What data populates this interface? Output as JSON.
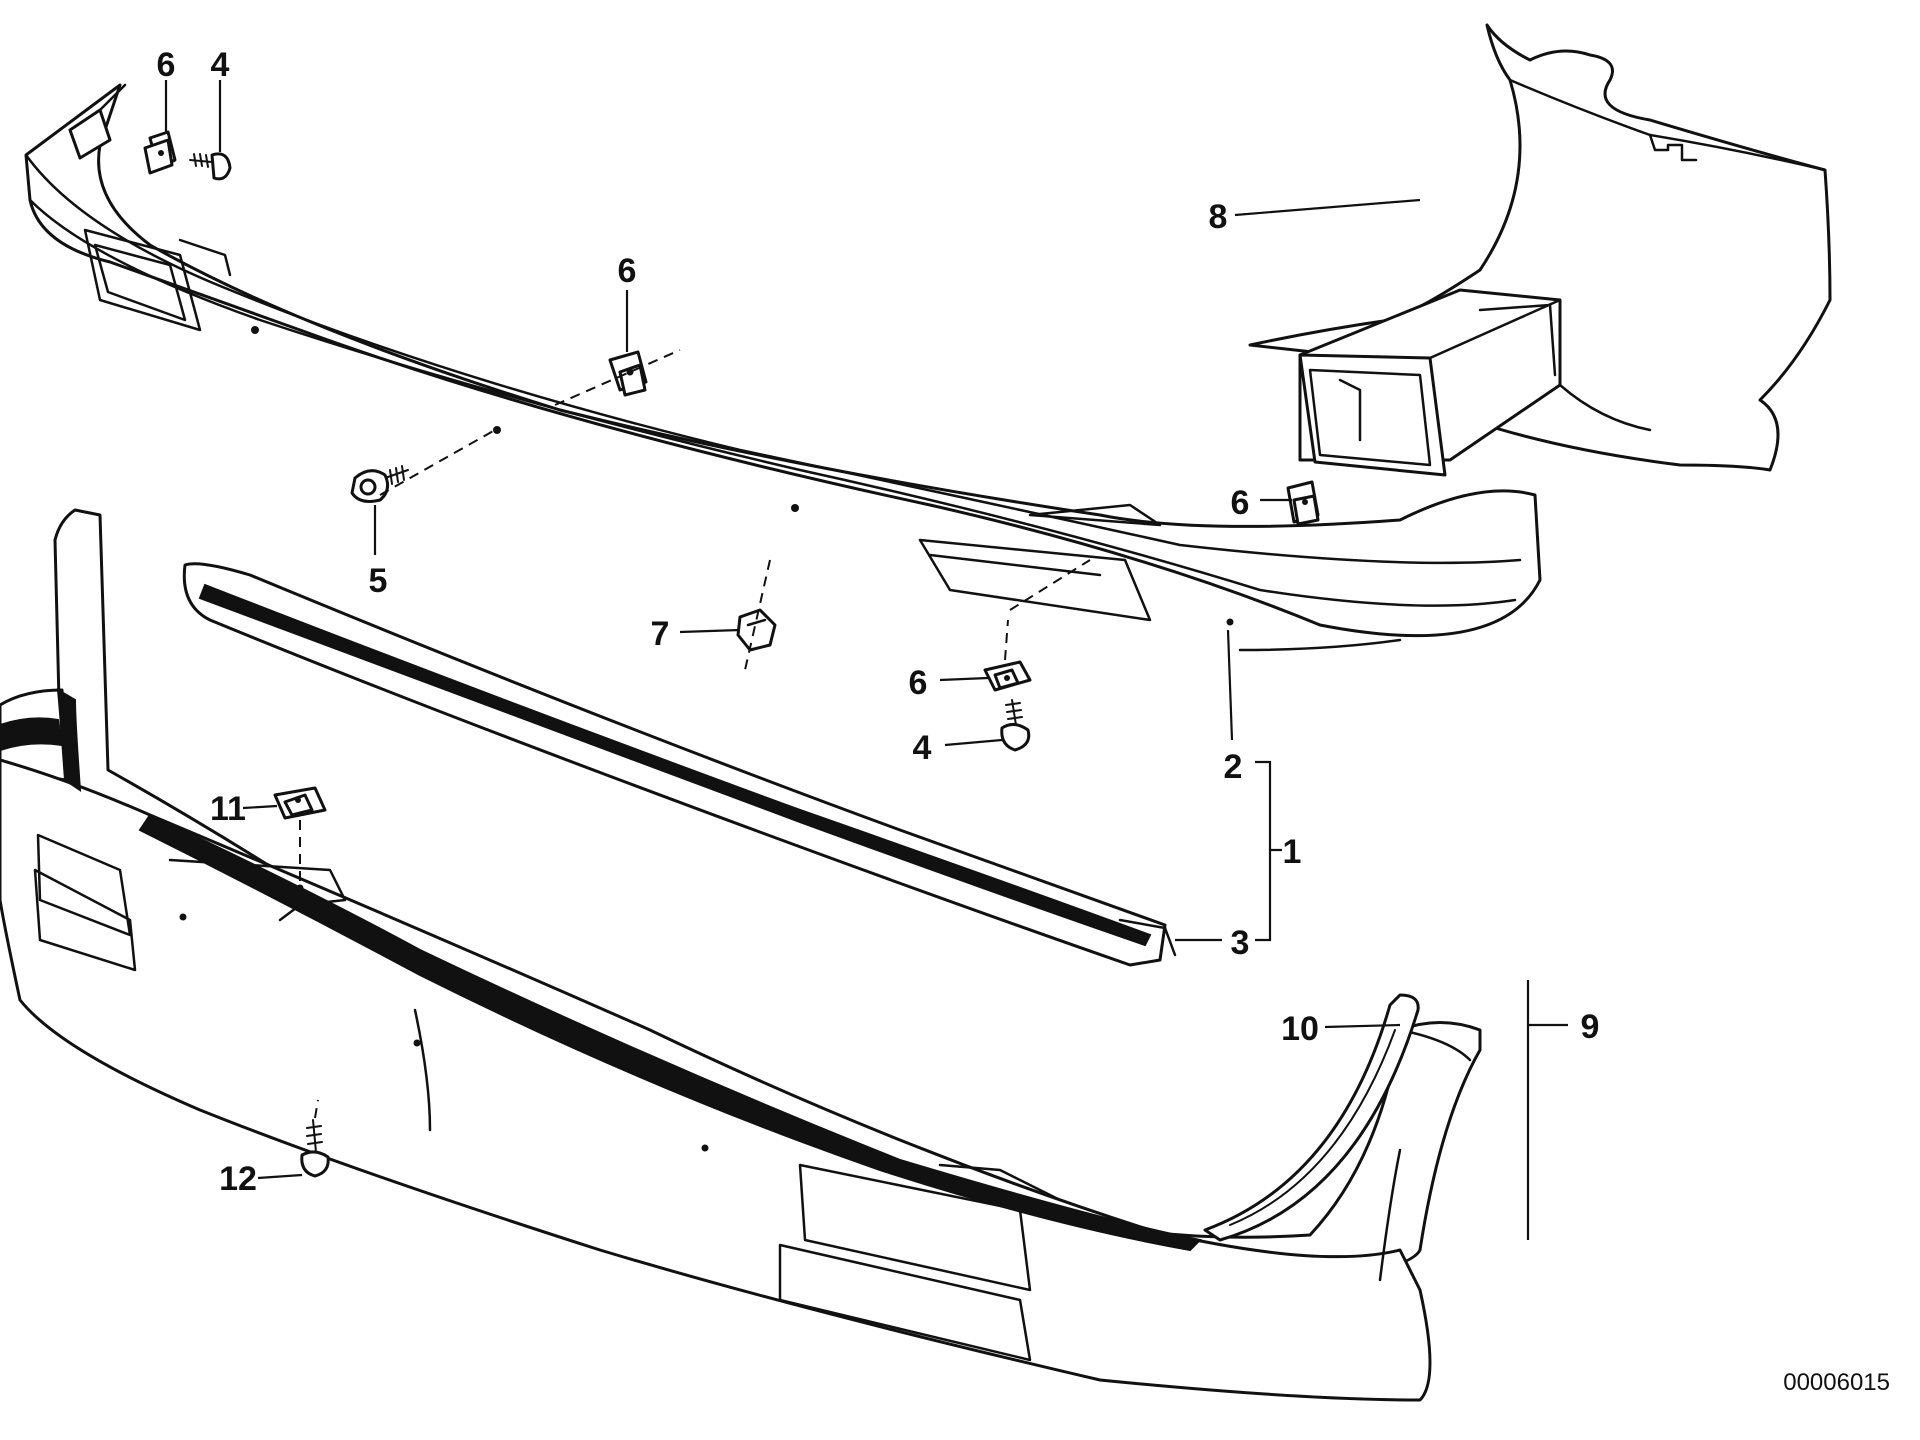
{
  "diagram": {
    "callouts": {
      "c1": "1",
      "c2": "2",
      "c3": "3",
      "c4a": "4",
      "c4b": "4",
      "c5": "5",
      "c6a": "6",
      "c6b": "6",
      "c6c": "6",
      "c6d": "6",
      "c7": "7",
      "c8": "8",
      "c9": "9",
      "c10": "10",
      "c11": "11",
      "c12": "12"
    },
    "reference_number": "00006015"
  }
}
